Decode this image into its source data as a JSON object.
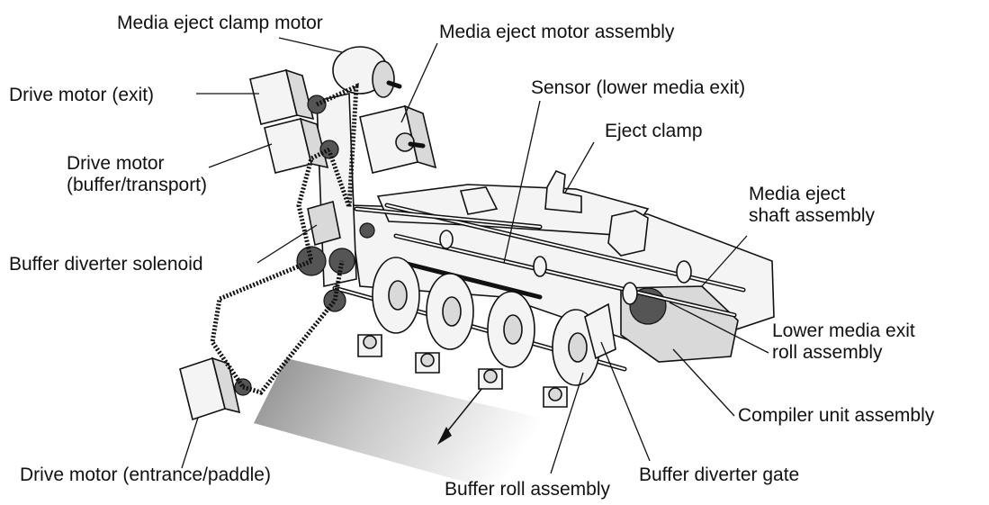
{
  "labels": {
    "media_eject_clamp_motor": "Media eject clamp motor",
    "media_eject_motor_assembly": "Media eject motor assembly",
    "drive_motor_exit": "Drive motor (exit)",
    "sensor_lower_media_exit": "Sensor (lower media exit)",
    "eject_clamp": "Eject clamp",
    "drive_motor_buffer_l1": "Drive motor",
    "drive_motor_buffer_l2": "(buffer/transport)",
    "media_eject_shaft_l1": "Media eject",
    "media_eject_shaft_l2": "shaft assembly",
    "buffer_diverter_solenoid": "Buffer diverter solenoid",
    "lower_media_exit_l1": "Lower media exit",
    "lower_media_exit_l2": "roll assembly",
    "compiler_unit_assembly": "Compiler unit assembly",
    "drive_motor_entrance": "Drive motor (entrance/paddle)",
    "buffer_diverter_gate": "Buffer diverter gate",
    "buffer_roll_assembly": "Buffer roll assembly"
  }
}
